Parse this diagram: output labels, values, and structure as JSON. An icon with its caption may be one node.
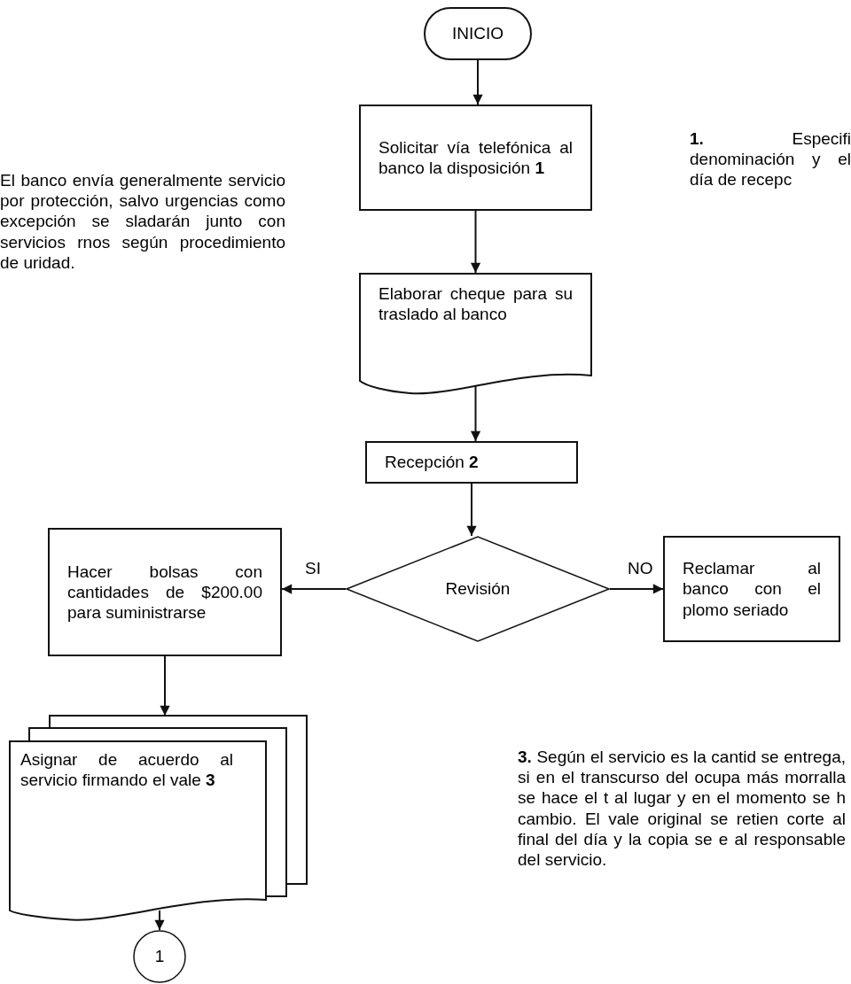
{
  "diagram": {
    "nodes": [
      {
        "text": [
          "INICIO"
        ]
      },
      {
        "text": [
          "Solicitar vía telefónica al banco la disposición **1**"
        ]
      },
      {
        "text": [
          "Elaborar cheque para su traslado al banco"
        ]
      },
      {
        "text": [
          "Recepción **2**"
        ]
      },
      {
        "text": [
          "Revisión"
        ]
      },
      {
        "text": [
          "Hacer bolsas con cantidades de $200.00 para suministrarse"
        ]
      },
      {
        "text": [
          "Reclamar al banco con el plomo seriado"
        ]
      },
      {
        "text": [
          "Asignar de acuerdo al servicio firmando el vale **3**"
        ]
      },
      {
        "text": [
          "1"
        ]
      }
    ],
    "edges": [
      {
        "from": 0,
        "to": 1,
        "arrow": "to"
      },
      {
        "from": 1,
        "to": 2,
        "arrow": "to"
      },
      {
        "from": 2,
        "to": 3,
        "arrow": "to"
      },
      {
        "from": 3,
        "to": 4,
        "arrow": "to"
      },
      {
        "from": 4,
        "to": 5,
        "arrow": "to",
        "label": "SI"
      },
      {
        "from": 4,
        "to": 6,
        "arrow": "to",
        "label": "NO"
      },
      {
        "from": 5,
        "to": 7,
        "arrow": "to"
      },
      {
        "from": 7,
        "to": 8,
        "arrow": "to"
      }
    ],
    "labels": [
      "El banco envía generalmente servicio por protección, salvo urgencias como excepción se sladarán junto con servicios rnos según procedimiento de uridad.",
      "**1.** Especifi denominación y el día de recepc",
      "**3.** Según el servicio es la cantid se entrega, si en el transcurso del ocupa más morralla se hace el t al lugar y en el momento se h cambio. El vale original se retien corte al final del día y la copia se e al responsable del servicio."
    ]
  }
}
